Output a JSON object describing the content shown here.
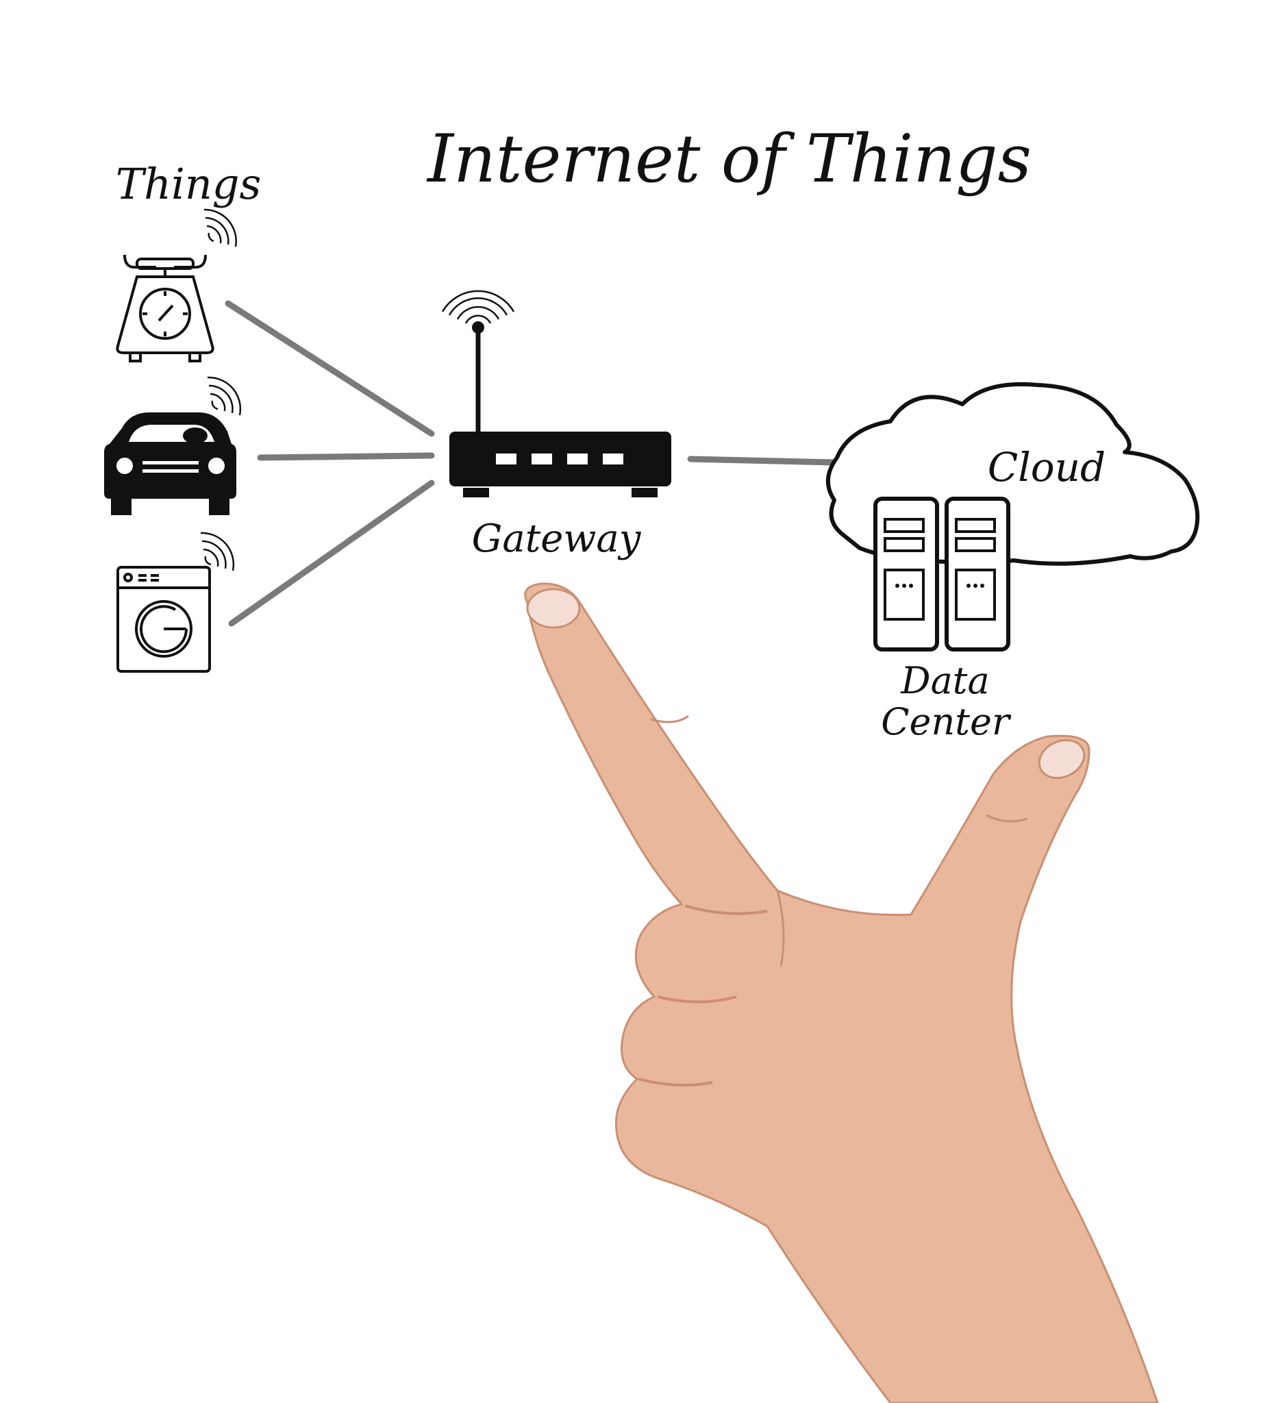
{
  "diagram": {
    "title": "Internet of Things",
    "things_label": "Things",
    "gateway_label": "Gateway",
    "cloud_label": "Cloud",
    "data_center_label_line1": "Data",
    "data_center_label_line2": "Center",
    "things": [
      {
        "name": "kitchen-scale",
        "icon": "scale-icon"
      },
      {
        "name": "car",
        "icon": "car-icon"
      },
      {
        "name": "washing-machine",
        "icon": "washing-machine-icon"
      }
    ]
  },
  "colors": {
    "ink": "#111111",
    "connector": "#7a7a7a",
    "background": "#ffffff",
    "skin": "#e8b79c",
    "skin_shadow": "#c98f72",
    "nail": "#f4ddd4"
  }
}
